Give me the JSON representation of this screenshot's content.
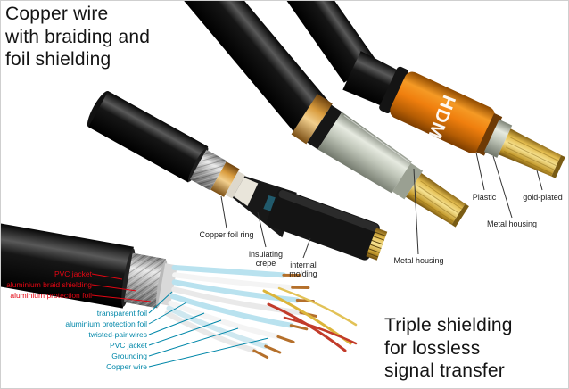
{
  "titles": {
    "top_left": "Copper wire\nwith braiding and\nfoil shielding",
    "bottom_right": "Triple shielding\nfor lossless\nsignal transfer"
  },
  "hdmi_logo": "HDMI",
  "labels": {
    "red": [
      "PVC jacket",
      "aluminium braid shielding",
      "aluminium protection foil"
    ],
    "blue": [
      "transparent foil",
      "aluminium protection foil",
      "twisted-pair wires",
      "PVC jacket",
      "Grounding",
      "Copper wire"
    ],
    "black": {
      "copper_foil_ring": "Copper foil ring",
      "insulating_crepe": "insulating\ncrepe",
      "internal_molding": "internal\nmolding",
      "metal_housing_left": "Metal housing",
      "plastic": "Plastic",
      "metal_housing_right": "Metal housing",
      "gold_plated": "gold-plated"
    }
  },
  "colors": {
    "label_red": "#e30613",
    "label_blue": "#0087a9",
    "label_black": "#1c1c1c",
    "hdmi_orange": "#ef8312",
    "gold": "#d9b13a",
    "copper": "#b5702b",
    "background": "#ffffff"
  }
}
